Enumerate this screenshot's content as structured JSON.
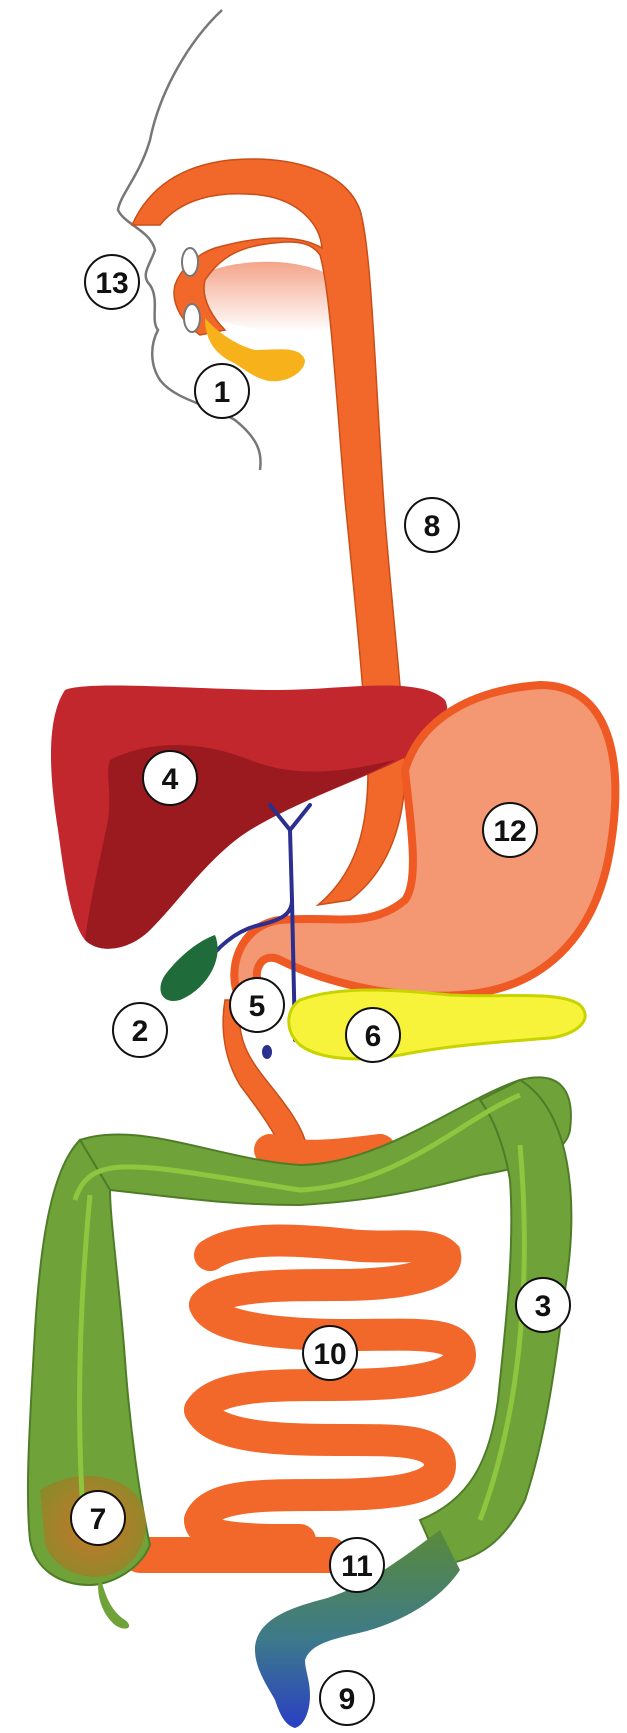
{
  "labels": [
    "13",
    "1",
    "8",
    "4",
    "12",
    "2",
    "5",
    "6",
    "3",
    "10",
    "7",
    "11",
    "9"
  ],
  "colors": {
    "esophagus": "#f2682a",
    "esophagus_edge": "#c94f18",
    "liver": "#c1272d",
    "liver_dark": "#9a1a20",
    "stomach": "#f39873",
    "stomach_edge": "#ef5a24",
    "colon": "#6fa33a",
    "colon_light": "#8ec63f",
    "colon_dark": "#4f7d27",
    "pancreas": "#f7f23a",
    "pancreas_edge": "#c8d400",
    "bile_duct": "#2b2f8f",
    "gallbladder": "#1f6b3a",
    "salivary": "#f7b21b",
    "rectum_top": "#5a8a3a",
    "rectum_bottom": "#2a4fbf",
    "outline": "#777777",
    "label_stroke": "#111111"
  }
}
